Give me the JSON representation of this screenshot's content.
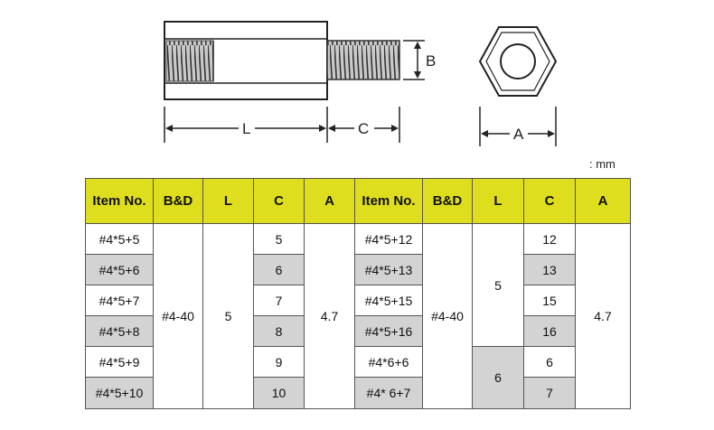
{
  "drawing": {
    "labels": {
      "B": "B",
      "L": "L",
      "C": "C",
      "A": "A"
    }
  },
  "unit": ": mm",
  "table": {
    "headers": [
      "Item No.",
      "B&D",
      "L",
      "C",
      "A",
      "Item No.",
      "B&D",
      "L",
      "C",
      "A"
    ],
    "left": {
      "items": [
        "#4*5+5",
        "#4*5+6",
        "#4*5+7",
        "#4*5+8",
        "#4*5+9",
        "#4*5+10"
      ],
      "bd": "#4-40",
      "l": "5",
      "c": [
        "5",
        "6",
        "7",
        "8",
        "9",
        "10"
      ],
      "a": "4.7"
    },
    "right": {
      "items": [
        "#4*5+12",
        "#4*5+13",
        "#4*5+15",
        "#4*5+16",
        "#4*6+6",
        "#4* 6+7"
      ],
      "bd": "#4-40",
      "l_top": "5",
      "l_bottom": "6",
      "c": [
        "12",
        "13",
        "15",
        "16",
        "6",
        "7"
      ],
      "a": "4.7"
    }
  }
}
